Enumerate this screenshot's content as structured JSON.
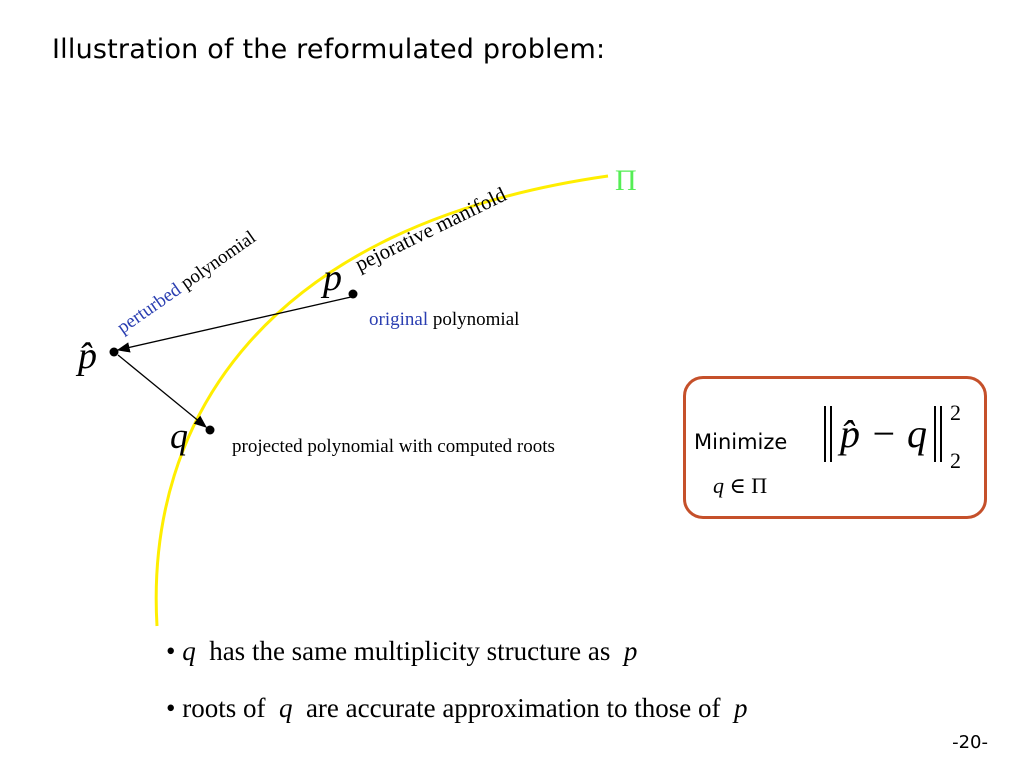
{
  "title": "Illustration of the reformulated problem:",
  "labels": {
    "manifold_symbol": "Π",
    "manifold_name": "pejorative manifold",
    "perturbed_word": "perturbed",
    "perturbed_rest": " polynomial",
    "original_word": "original",
    "original_rest": " polynomial",
    "projected": "projected polynomial with computed roots",
    "p": "p",
    "p_hat": "p̂",
    "q": "q"
  },
  "minimize": {
    "word": "Minimize",
    "norm_expr": "p̂ − q",
    "sup": "2",
    "sub": "2",
    "constraint_q": "q",
    "constraint_rest": " ∈ Π"
  },
  "bullets": [
    {
      "pre": "• ",
      "v1": "q",
      "mid": "  has the same multiplicity structure as  ",
      "v2": "p"
    },
    {
      "pre": "• roots of  ",
      "v1": "q",
      "mid": "  are accurate approximation to those of  ",
      "v2": "p"
    }
  ],
  "page_number": "-20-",
  "colors": {
    "manifold_curve": "#ffee00",
    "manifold_symbol": "#55ee55",
    "highlight_blue": "#2a3eb1",
    "box_border": "#c5502a"
  }
}
